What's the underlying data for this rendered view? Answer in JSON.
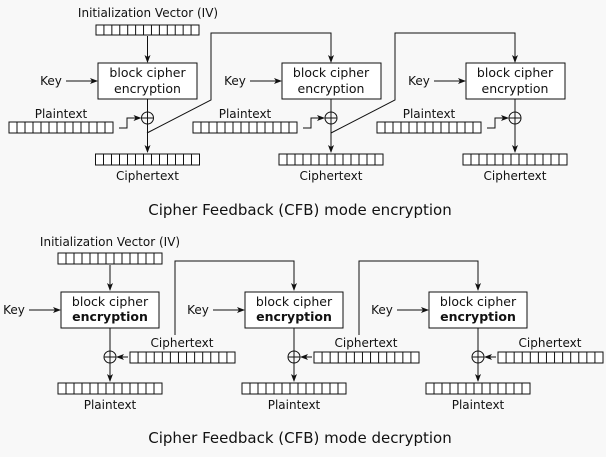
{
  "encryption": {
    "title": "Cipher Feedback (CFB) mode encryption",
    "iv_label": "Initialization Vector (IV)",
    "stages": [
      {
        "key_label": "Key",
        "box_line1": "block cipher",
        "box_line2": "encryption",
        "input_label": "Plaintext",
        "output_label": "Ciphertext"
      },
      {
        "key_label": "Key",
        "box_line1": "block cipher",
        "box_line2": "encryption",
        "input_label": "Plaintext",
        "output_label": "Ciphertext"
      },
      {
        "key_label": "Key",
        "box_line1": "block cipher",
        "box_line2": "encryption",
        "input_label": "Plaintext",
        "output_label": "Ciphertext"
      }
    ]
  },
  "decryption": {
    "title": "Cipher Feedback (CFB) mode decryption",
    "iv_label": "Initialization Vector (IV)",
    "stages": [
      {
        "key_label": "Key",
        "box_line1": "block cipher",
        "box_line2": "encryption",
        "input_label": "Ciphertext",
        "output_label": "Plaintext"
      },
      {
        "key_label": "Key",
        "box_line1": "block cipher",
        "box_line2": "encryption",
        "input_label": "Ciphertext",
        "output_label": "Plaintext"
      },
      {
        "key_label": "Key",
        "box_line1": "block cipher",
        "box_line2": "encryption",
        "input_label": "Ciphertext",
        "output_label": "Plaintext"
      }
    ]
  },
  "register_cells": 13
}
